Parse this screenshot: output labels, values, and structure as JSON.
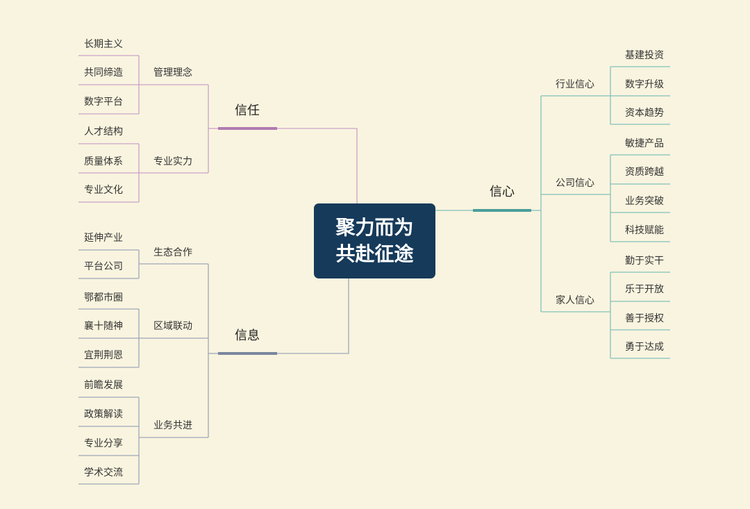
{
  "center": {
    "line1": "聚力而为",
    "line2": "共赴征途"
  },
  "colors": {
    "trust": "#b07ab0",
    "info": "#7a869e",
    "confidence": "#4a9e9a",
    "center": "#163a5a"
  },
  "branches": {
    "trust": {
      "label": "信任",
      "groups": [
        {
          "label": "管理理念",
          "items": [
            "长期主义",
            "共同缔造",
            "数字平台"
          ]
        },
        {
          "label": "专业实力",
          "items": [
            "人才结构",
            "质量体系",
            "专业文化"
          ]
        }
      ]
    },
    "info": {
      "label": "信息",
      "groups": [
        {
          "label": "生态合作",
          "items": [
            "延伸产业",
            "平台公司"
          ]
        },
        {
          "label": "区域联动",
          "items": [
            "鄂都市圈",
            "襄十随神",
            "宜荆荆恩"
          ]
        },
        {
          "label": "业务共进",
          "items": [
            "前瞻发展",
            "政策解读",
            "专业分享",
            "学术交流"
          ]
        }
      ]
    },
    "confidence": {
      "label": "信心",
      "groups": [
        {
          "label": "行业信心",
          "items": [
            "基建投资",
            "数字升级",
            "资本趋势"
          ]
        },
        {
          "label": "公司信心",
          "items": [
            "敏捷产品",
            "资质跨越",
            "业务突破",
            "科技赋能"
          ]
        },
        {
          "label": "家人信心",
          "items": [
            "勤于实干",
            "乐于开放",
            "善于授权",
            "勇于达成"
          ]
        }
      ]
    }
  }
}
